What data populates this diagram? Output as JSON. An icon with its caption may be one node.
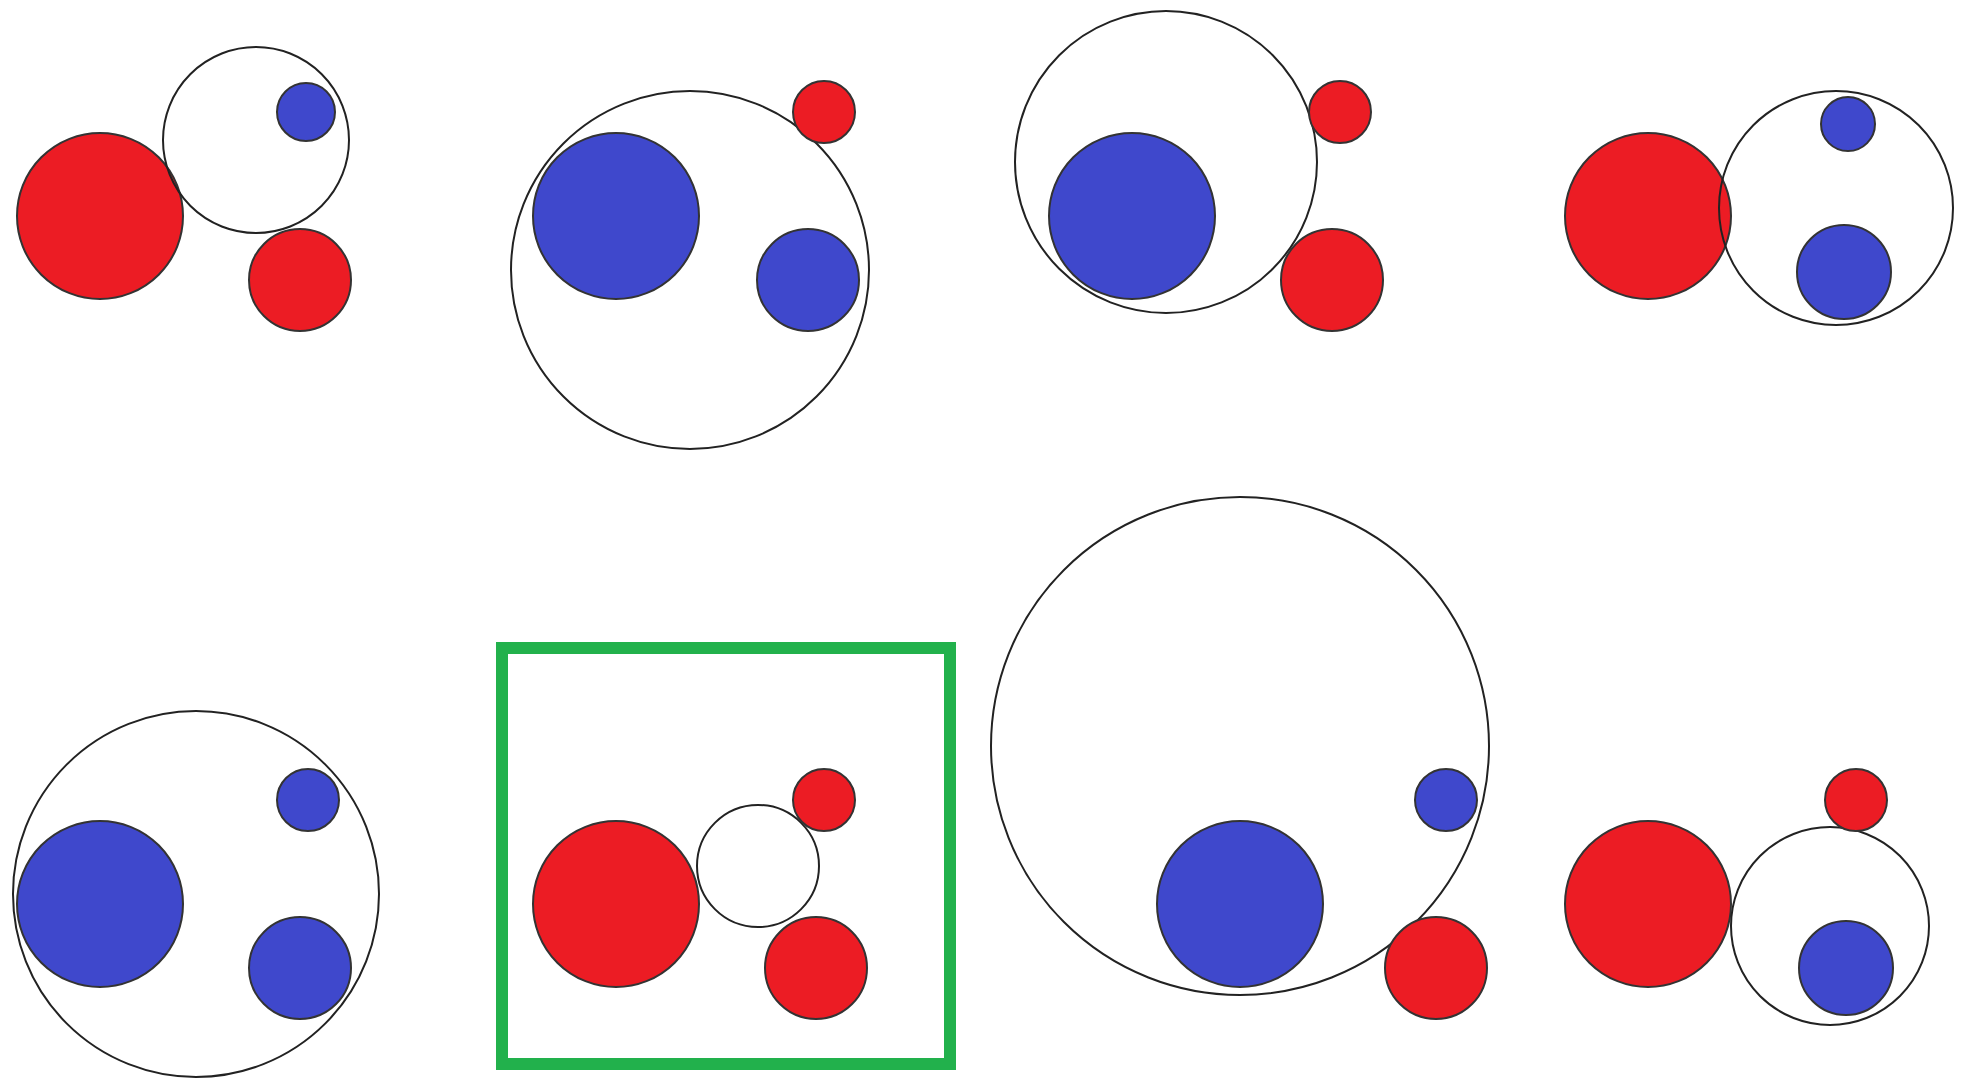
{
  "diagram": {
    "nodes": [
      {
        "text": [],
        "shape": "circle"
      },
      {
        "text": [],
        "shape": "circle"
      },
      {
        "text": [],
        "shape": "circle",
        "in": 1
      },
      {
        "text": [],
        "shape": "circle"
      },
      {
        "text": [],
        "shape": "circle"
      },
      {
        "text": [],
        "shape": "circle",
        "in": 4
      },
      {
        "text": [],
        "shape": "circle",
        "in": 4
      },
      {
        "text": [],
        "shape": "circle"
      },
      {
        "text": [],
        "shape": "circle"
      },
      {
        "text": [],
        "shape": "circle",
        "in": 8
      },
      {
        "text": [],
        "shape": "circle"
      },
      {
        "text": [],
        "shape": "circle"
      },
      {
        "text": [],
        "shape": "circle"
      },
      {
        "text": [],
        "shape": "circle"
      },
      {
        "text": [],
        "shape": "circle",
        "in": 13
      },
      {
        "text": [],
        "shape": "circle",
        "in": 13
      },
      {
        "text": [],
        "shape": "circle"
      },
      {
        "text": [],
        "shape": "circle",
        "in": 16
      },
      {
        "text": [],
        "shape": "circle",
        "in": 16
      },
      {
        "text": [],
        "shape": "circle",
        "in": 16
      },
      {
        "text": [],
        "shape": "box"
      },
      {
        "text": [],
        "shape": "circle",
        "in": 20
      },
      {
        "text": [],
        "shape": "circle",
        "in": 20
      },
      {
        "text": [],
        "shape": "circle",
        "in": 20
      },
      {
        "text": [],
        "shape": "circle",
        "in": 20
      },
      {
        "text": [],
        "shape": "circle"
      },
      {
        "text": [],
        "shape": "circle",
        "in": 25
      },
      {
        "text": [],
        "shape": "circle",
        "in": 25
      },
      {
        "text": [],
        "shape": "circle"
      },
      {
        "text": [],
        "shape": "circle"
      },
      {
        "text": [],
        "shape": "circle"
      },
      {
        "text": [],
        "shape": "circle",
        "in": 30
      },
      {
        "text": [],
        "shape": "circle"
      }
    ]
  }
}
